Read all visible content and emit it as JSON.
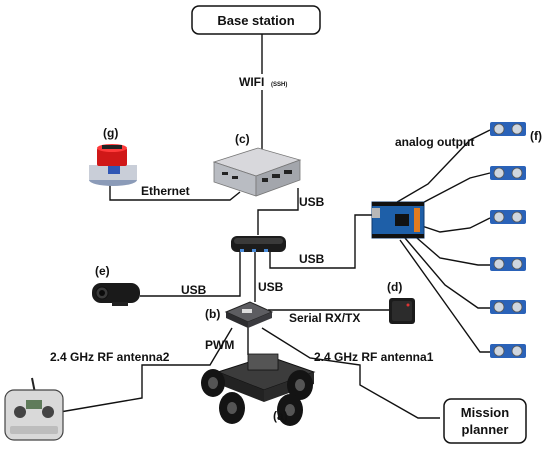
{
  "nodes": {
    "base_station": "Base station",
    "mission_planner_line1": "Mission",
    "mission_planner_line2": "planner"
  },
  "links": {
    "wifi": "WIFI",
    "wifi_ssh": "(SSH)",
    "ethernet": "Ethernet",
    "usb_c": "USB",
    "usb_hub": "USB",
    "usb_camera": "USB",
    "usb_b": "USB",
    "serial": "Serial RX/TX",
    "pwm": "PWM",
    "rf_antenna2": "2.4 GHz RF antenna2",
    "rf_antenna1": "2.4 GHz RF antenna1",
    "analog_output": "analog output"
  },
  "tags": {
    "a": "(a)",
    "b": "(b)",
    "c": "(c)",
    "d": "(d)",
    "e": "(e)",
    "f": "(f)",
    "g": "(g)"
  },
  "icons": [
    "lidar-icon",
    "mini-pc-icon",
    "usb-hub-icon",
    "webcam-icon",
    "flight-controller-icon",
    "gps-module-icon",
    "arduino-board-icon",
    "ultrasonic-sensor-icon",
    "rc-transmitter-icon",
    "rover-icon"
  ]
}
